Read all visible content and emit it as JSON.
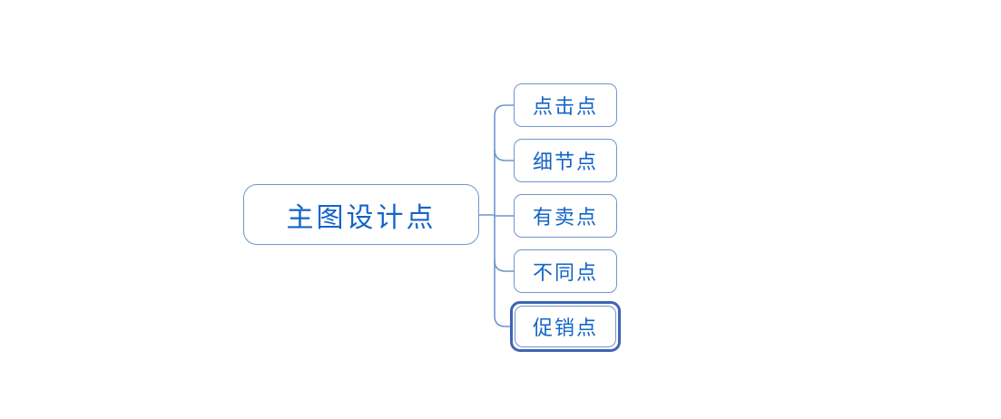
{
  "diagram": {
    "type": "mind-map",
    "background_color": "#ffffff",
    "line_color": "#6f96cd",
    "text_color": "#1464c8",
    "selection_color": "#3f63b4",
    "root": {
      "label": "主图设计点"
    },
    "children": [
      {
        "label": "点击点",
        "selected": false
      },
      {
        "label": "细节点",
        "selected": false
      },
      {
        "label": "有卖点",
        "selected": false
      },
      {
        "label": "不同点",
        "selected": false
      },
      {
        "label": "促销点",
        "selected": true
      }
    ]
  }
}
